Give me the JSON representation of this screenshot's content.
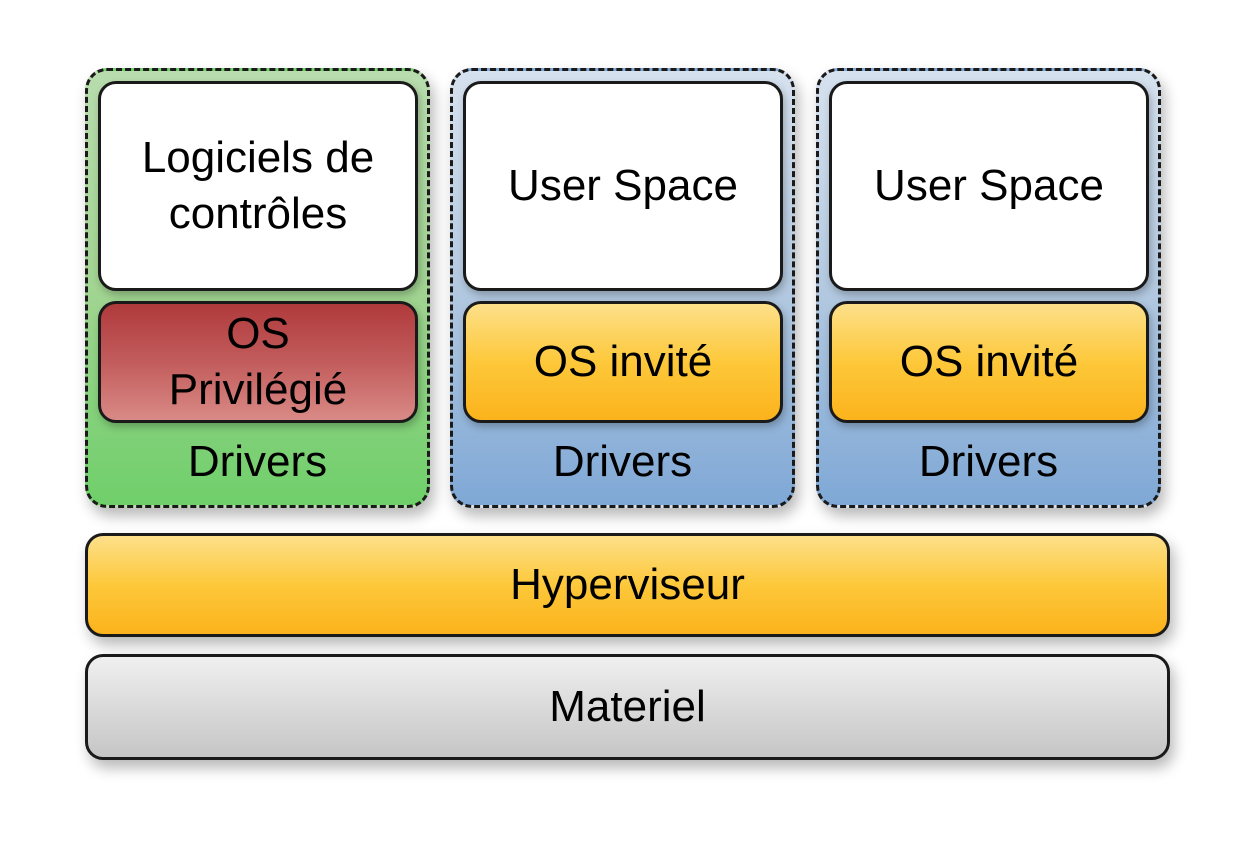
{
  "domains": [
    {
      "app_label_line1": "Logiciels de",
      "app_label_line2": "contrôles",
      "os_label_line1": "OS",
      "os_label_line2": "Privilégié",
      "drivers_label": "Drivers",
      "color": "#8fd18a",
      "os_color": "#c0504d"
    },
    {
      "app_label": "User Space",
      "os_label": "OS invité",
      "drivers_label": "Drivers",
      "color": "#a7c2df",
      "os_color": "#fcc52e"
    },
    {
      "app_label": "User Space",
      "os_label": "OS invité",
      "drivers_label": "Drivers",
      "color": "#a7c2df",
      "os_color": "#fcc52e"
    }
  ],
  "hypervisor": {
    "label": "Hyperviseur",
    "color": "#fcc52e"
  },
  "hardware": {
    "label": "Materiel",
    "color": "#d6d6d6"
  }
}
